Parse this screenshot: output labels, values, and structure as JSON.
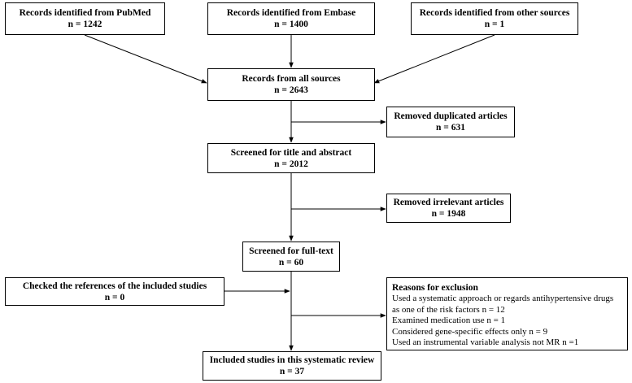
{
  "boxes": {
    "pubmed": {
      "title": "Records identified from PubMed",
      "count": "n = 1242"
    },
    "embase": {
      "title": "Records identified from Embase",
      "count": "n = 1400"
    },
    "other": {
      "title": "Records identified from other sources",
      "count": "n = 1"
    },
    "all_sources": {
      "title": "Records from all sources",
      "count": "n = 2643"
    },
    "duplicates": {
      "title": "Removed duplicated articles",
      "count": "n = 631"
    },
    "screened_title": {
      "title": "Screened for title and abstract",
      "count": "n = 2012"
    },
    "irrelevant": {
      "title": "Removed irrelevant articles",
      "count": "n = 1948"
    },
    "fulltext": {
      "title": "Screened for full-text",
      "count": "n = 60"
    },
    "references": {
      "title": "Checked the references of the included studies",
      "count": "n = 0"
    },
    "exclusion": {
      "title": "Reasons for exclusion",
      "reasons": [
        "Used a systematic approach or regards antihypertensive drugs",
        "as one of the risk factors n = 12",
        "Examined medication use n = 1",
        "Considered gene-specific effects only n = 9",
        "Used an instrumental variable analysis not MR n =1"
      ]
    },
    "included": {
      "title": "Included studies in this systematic review",
      "count": "n = 37"
    }
  }
}
